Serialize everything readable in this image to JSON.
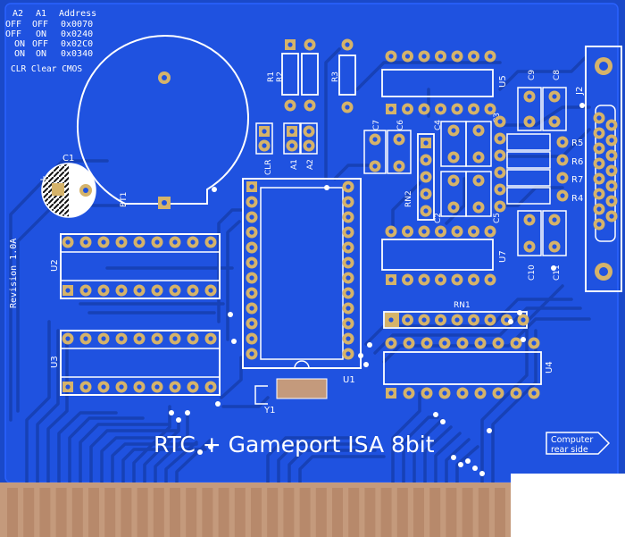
{
  "board": {
    "title": "RTC + Gameport ISA 8bit",
    "revision": "Revision 1.0A",
    "rear_label_line1": "Computer",
    "rear_label_line2": "rear side",
    "colors": {
      "substrate": "#1d4fd1",
      "copper_fill": "#1f52e0",
      "trace": "#1740b8",
      "silkscreen": "#ffffff",
      "pad": "#d5b36a",
      "edge_contact": "#c49a7c"
    }
  },
  "address_table": {
    "headers": [
      "A2",
      "A1",
      "Address"
    ],
    "rows": [
      [
        "OFF",
        "OFF",
        "0x0070"
      ],
      [
        "OFF",
        "ON",
        "0x0240"
      ],
      [
        "ON",
        "OFF",
        "0x02C0"
      ],
      [
        "ON",
        "ON",
        "0x0340"
      ]
    ],
    "note": "CLR  Clear CMOS"
  },
  "designators": {
    "bt1": "BT1",
    "c1": "C1",
    "c2": "C2",
    "c3": "C3",
    "c4": "C4",
    "c5": "C5",
    "c6": "C6",
    "c7": "C7",
    "c8": "C8",
    "c9": "C9",
    "c10": "C10",
    "c11": "C11",
    "r1": "R1",
    "r2": "R2",
    "r3": "R3",
    "r4": "R4",
    "r5": "R5",
    "r6": "R6",
    "r7": "R7",
    "rn1": "RN1",
    "rn2": "RN2",
    "u1": "U1",
    "u2": "U2",
    "u3": "U3",
    "u4": "U4",
    "u5": "U5",
    "u7": "U7",
    "j2": "J2",
    "y1": "Y1",
    "clr": "CLR",
    "a1": "A1",
    "a2": "A2",
    "plus": "+"
  }
}
